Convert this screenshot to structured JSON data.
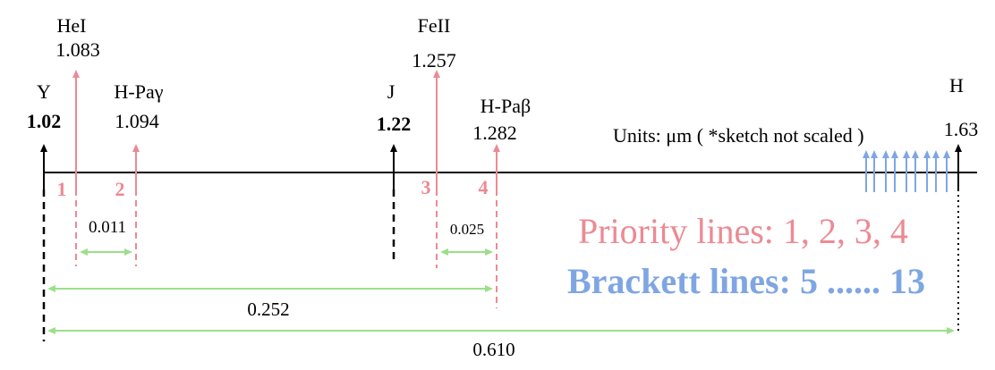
{
  "colors": {
    "black": "#000000",
    "priority": "#ec8a93",
    "brackett": "#7fa6e3",
    "measure": "#9bdf8a"
  },
  "bands": {
    "y": {
      "name": "Y",
      "value": "1.02"
    },
    "j": {
      "name": "J",
      "value": "1.22"
    },
    "h": {
      "name": "H",
      "value": "1.63"
    }
  },
  "lines": {
    "hei": {
      "name": "HeI",
      "value": "1.083",
      "number": "1"
    },
    "h_pa_gamma": {
      "name": "H-Paγ",
      "value": "1.094",
      "number": "2"
    },
    "feii": {
      "name": "FeII",
      "value": "1.257",
      "number": "3"
    },
    "h_pa_beta": {
      "name": "H-Paβ",
      "value": "1.282",
      "number": "4"
    }
  },
  "units_note": "Units: μm ( *sketch not scaled )",
  "measurements": {
    "hei_to_pagamma": "0.011",
    "feii_to_pabeta": "0.025",
    "y_to_pabeta": "0.252",
    "y_to_h": "0.610"
  },
  "legend": {
    "priority": "Priority lines: 1, 2, 3, 4",
    "brackett": "Brackett lines: 5 ...... 13"
  }
}
